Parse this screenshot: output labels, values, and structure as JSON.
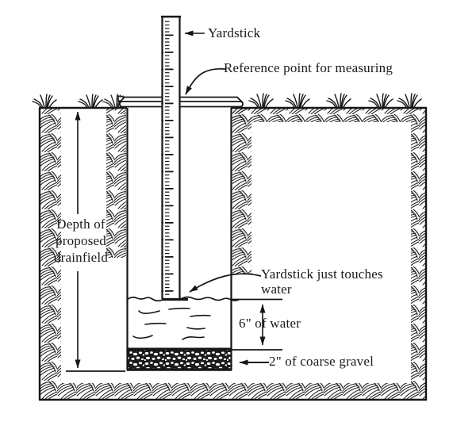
{
  "page": {
    "background_color": "#ffffff",
    "ink_color": "#191919"
  },
  "diagram": {
    "subject": "percolation-test-hole-cross-section",
    "labels": {
      "yardstick": "Yardstick",
      "reference_point": "Reference point for measuring",
      "depth": "Depth of\nproposed\ndrainfield",
      "touches_water": "Yardstick just touches\nwater",
      "water_depth": "6\" of water",
      "gravel": "2\" of coarse gravel"
    }
  }
}
